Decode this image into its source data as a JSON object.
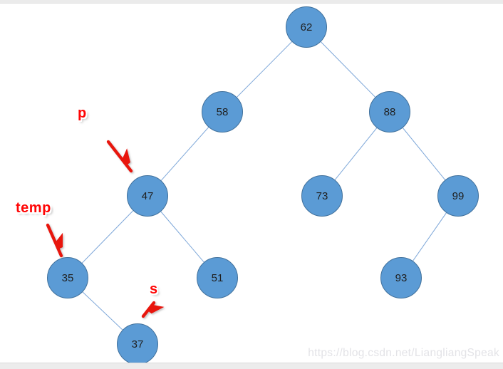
{
  "page": {
    "watermark": "https://blog.csdn.net/LiangliangSpeak"
  },
  "tree": {
    "type": "binary-search-tree-diagram",
    "nodes": [
      {
        "value": "62",
        "role": "root"
      },
      {
        "value": "58",
        "role": "left-child-of-62"
      },
      {
        "value": "88",
        "role": "right-child-of-62"
      },
      {
        "value": "47",
        "role": "left-child-of-58"
      },
      {
        "value": "73",
        "role": "left-child-of-88"
      },
      {
        "value": "99",
        "role": "right-child-of-88"
      },
      {
        "value": "35",
        "role": "left-child-of-47"
      },
      {
        "value": "51",
        "role": "right-child-of-47"
      },
      {
        "value": "93",
        "role": "left-child-of-99"
      },
      {
        "value": "37",
        "role": "right-child-of-35"
      }
    ],
    "edges": [
      [
        "62",
        "58"
      ],
      [
        "62",
        "88"
      ],
      [
        "58",
        "47"
      ],
      [
        "88",
        "73"
      ],
      [
        "88",
        "99"
      ],
      [
        "47",
        "35"
      ],
      [
        "47",
        "51"
      ],
      [
        "99",
        "93"
      ],
      [
        "35",
        "37"
      ]
    ],
    "pointers": [
      {
        "label": "p",
        "target": "47"
      },
      {
        "label": "temp",
        "target": "35"
      },
      {
        "label": "s",
        "target": "37"
      }
    ],
    "colors": {
      "node_fill": "#5b9bd5",
      "node_border": "#41719c",
      "edge_line": "#7fa8d9",
      "pointer_arrow": "#e8130f",
      "pointer_label": "#ff0505",
      "watermark": "#e3e3e7"
    }
  }
}
